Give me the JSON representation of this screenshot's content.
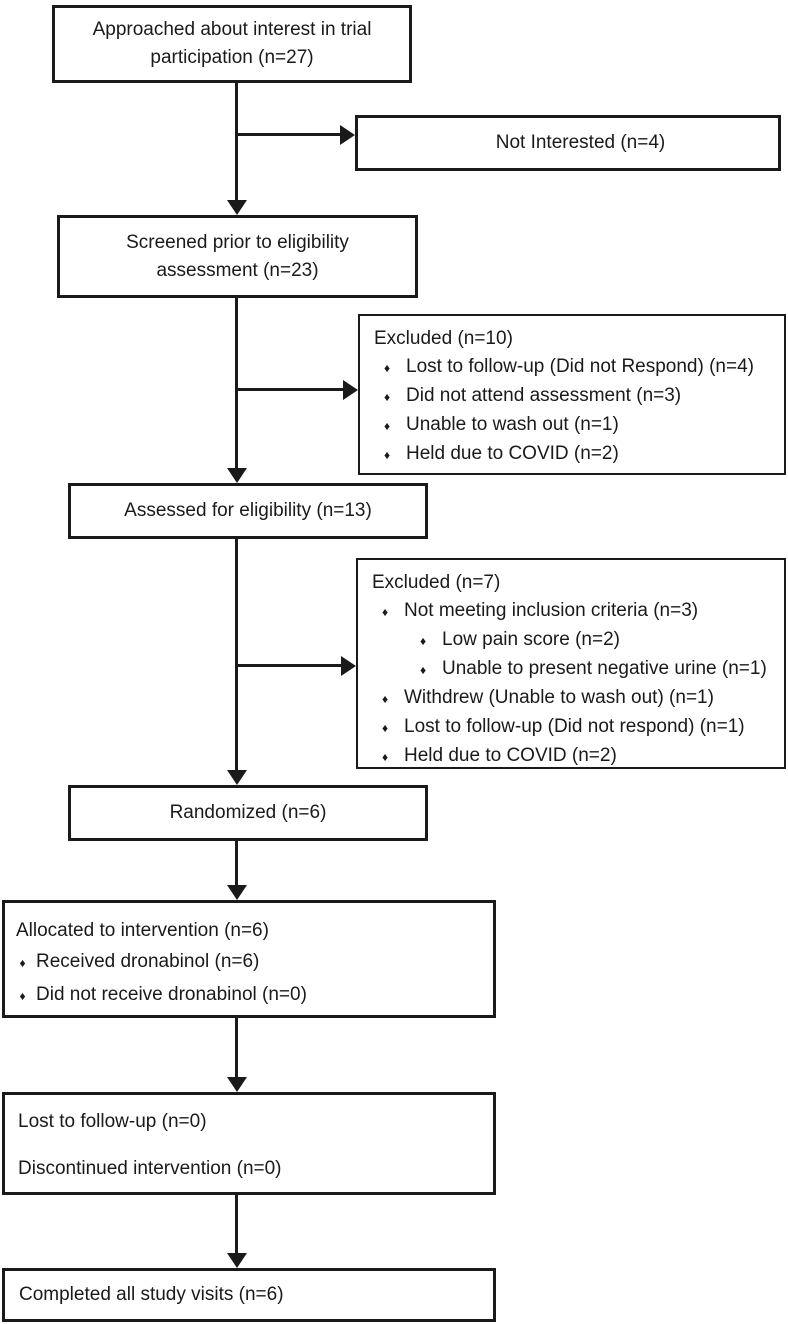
{
  "diagram": {
    "bullet": "♦",
    "nodes": {
      "approached": {
        "label": "Approached about interest in trial participation (n=27)"
      },
      "not_interested": {
        "label": "Not Interested (n=4)"
      },
      "screened": {
        "label": "Screened prior to eligibility assessment (n=23)"
      },
      "excluded_screening": {
        "title": "Excluded (n=10)",
        "items": [
          {
            "label": "Lost to follow-up (Did not Respond) (n=4)"
          },
          {
            "label": "Did not attend assessment (n=3)"
          },
          {
            "label": "Unable to wash out (n=1)"
          },
          {
            "label": "Held due to COVID (n=2)"
          }
        ]
      },
      "assessed": {
        "label": "Assessed for eligibility (n=13)"
      },
      "excluded_eligibility": {
        "title": "Excluded (n=7)",
        "items": [
          {
            "label": "Not meeting inclusion criteria (n=3)",
            "level": 1
          },
          {
            "label": "Low pain score (n=2)",
            "level": 2
          },
          {
            "label": "Unable to present negative urine (n=1)",
            "level": 2
          },
          {
            "label": "Withdrew (Unable to wash out) (n=1)",
            "level": 1
          },
          {
            "label": "Lost to follow-up (Did not respond) (n=1)",
            "level": 1
          },
          {
            "label": "Held due to COVID (n=2)",
            "level": 1
          }
        ]
      },
      "randomized": {
        "label": "Randomized (n=6)"
      },
      "allocated": {
        "title": "Allocated to intervention (n=6)",
        "items": [
          {
            "label": "Received dronabinol (n=6)"
          },
          {
            "label": "Did not receive dronabinol (n=0)"
          }
        ]
      },
      "followup": {
        "line1": "Lost to follow-up (n=0)",
        "line2": "Discontinued intervention (n=0)"
      },
      "completed": {
        "label": "Completed all study visits (n=6)"
      }
    }
  }
}
